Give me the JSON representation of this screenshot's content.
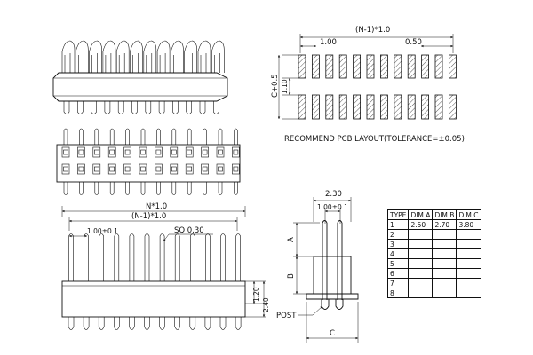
{
  "pcb_layout": {
    "overall_dim": "(N-1)*1.0",
    "pitch_dim": "1.00",
    "pad_width_dim": "0.50",
    "row_span_dim": "C+0.5",
    "row_gap_dim": "1.10",
    "caption": "RECOMMEND PCB LAYOUT(TOLERANCE=±0.05)"
  },
  "front_view": {
    "total_length_dim": "N*1.0",
    "pin_span_dim": "(N-1)*1.0",
    "pitch_dim": "1.00±0.1",
    "pin_square_dim": "SQ 0.30",
    "body_height_dim": "1.20",
    "total_height_dim": "2.40"
  },
  "side_view": {
    "width_dim": "2.30",
    "row_pitch_dim": "1.00±0.1",
    "dim_a_label": "A",
    "dim_b_label": "B",
    "dim_c_label": "C",
    "post_label": "POST"
  },
  "dim_table": {
    "headers": [
      "TYPE",
      "DIM A",
      "DIM B",
      "DIM C"
    ],
    "rows": [
      [
        "1",
        "2.50",
        "2.70",
        "3.80"
      ],
      [
        "2",
        "",
        "",
        ""
      ],
      [
        "3",
        "",
        "",
        ""
      ],
      [
        "4",
        "",
        "",
        ""
      ],
      [
        "5",
        "",
        "",
        ""
      ],
      [
        "6",
        "",
        "",
        ""
      ],
      [
        "7",
        "",
        "",
        ""
      ],
      [
        "8",
        "",
        "",
        ""
      ]
    ]
  }
}
